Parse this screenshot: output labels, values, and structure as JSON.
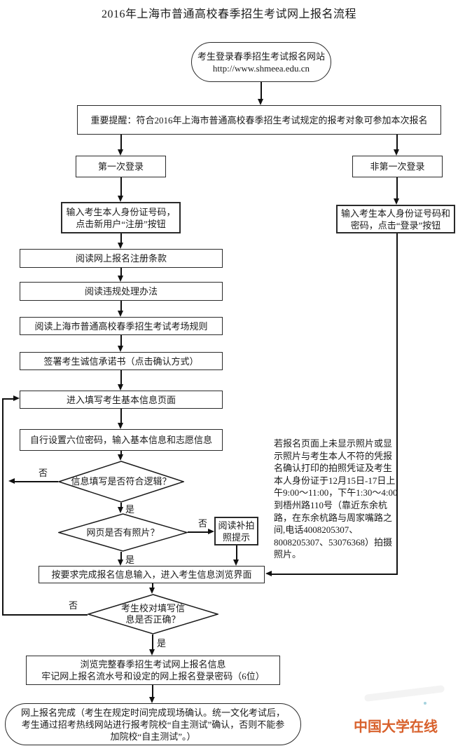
{
  "page": {
    "title": "2016年上海市普通高校春季招生考试网上报名流程",
    "watermark": "中国大学在线",
    "watermark_color": "#d8612c"
  },
  "flow": {
    "start": {
      "line1": "考生登录春季招生考试报名网站",
      "url": "http://www.shmeea.edu.cn"
    },
    "notice": "重要提醒：符合2016年上海市普通高校春季招生考试规定的报考对象可参加本次报名",
    "first_login": "第一次登录",
    "not_first_login": "非第一次登录",
    "register": "输入考生本人身份证号码，\n点击新用户“注册”按钮",
    "login": "输入考生本人身份证号码和\n密码，点击“登录”按钮",
    "read_terms": "阅读网上报名注册条款",
    "read_violation": "阅读违规处理办法",
    "read_rules": "阅读上海市普通高校春季招生考试考场规则",
    "sign_integrity": "签署考生诚信承诺书（点击确认方式）",
    "enter_basic_info": "进入填写考生基本信息页面",
    "set_password": "自行设置六位密码，输入基本信息和志愿信息",
    "decision_logic": "信息填写是否符合逻辑？",
    "decision_photo": "网页是否有照片？",
    "retake_tip": "阅读补拍\n照提示",
    "complete_input": "按要求完成报名信息输入，进入考生信息浏览界面",
    "decision_verify": "考生校对填写信\n息是否正确？",
    "summary": "浏览完整春季招生考试网上报名信息\n牢记网上报名流水号和设定的网上报名登录密码（6位）",
    "finish": "网上报名完成（考生在规定时间完成现场确认。统一文化考试后，\n考生通过招考热线网站进行报考院校“自主测试”确认，否则不能参\n加院校“自主测试”。）",
    "labels": {
      "yes": "是",
      "no": "否"
    },
    "side_note": "若报名页面上未显示照片或显\n示照片与考生本人不符的凭报\n名确认打印的拍照凭证及考生\n本人身份证于12月15日-17日上\n午9:00～11:00，下午1:30～4:00\n到梧州路110号（靠近东余杭\n路，在东余杭路与周家嘴路之\n间,电话4008205307、\n8008205307、53076368）拍摄\n照片。"
  }
}
